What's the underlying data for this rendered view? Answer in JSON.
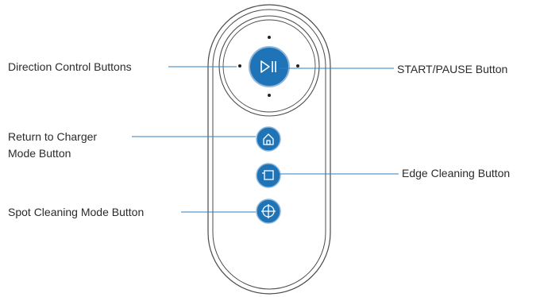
{
  "labels": {
    "direction_control": "Direction Control Buttons",
    "start_pause": "START/PAUSE Button",
    "return_to_charger_line1": "Return to Charger",
    "return_to_charger_line2": "Mode Button",
    "edge_cleaning": "Edge Cleaning Button",
    "spot_cleaning": "Spot Cleaning Mode Button"
  },
  "icons": {
    "start_pause": "play-pause-icon",
    "return_to_charger": "home-icon",
    "edge_cleaning": "edge-square-icon",
    "spot_cleaning": "crosshair-icon"
  },
  "colors": {
    "button_blue": "#1f73b7",
    "button_ring": "#8fb6d9",
    "leader_line": "#2f7fc0",
    "outline": "#4a4a4a",
    "text": "#2b2b2b"
  }
}
